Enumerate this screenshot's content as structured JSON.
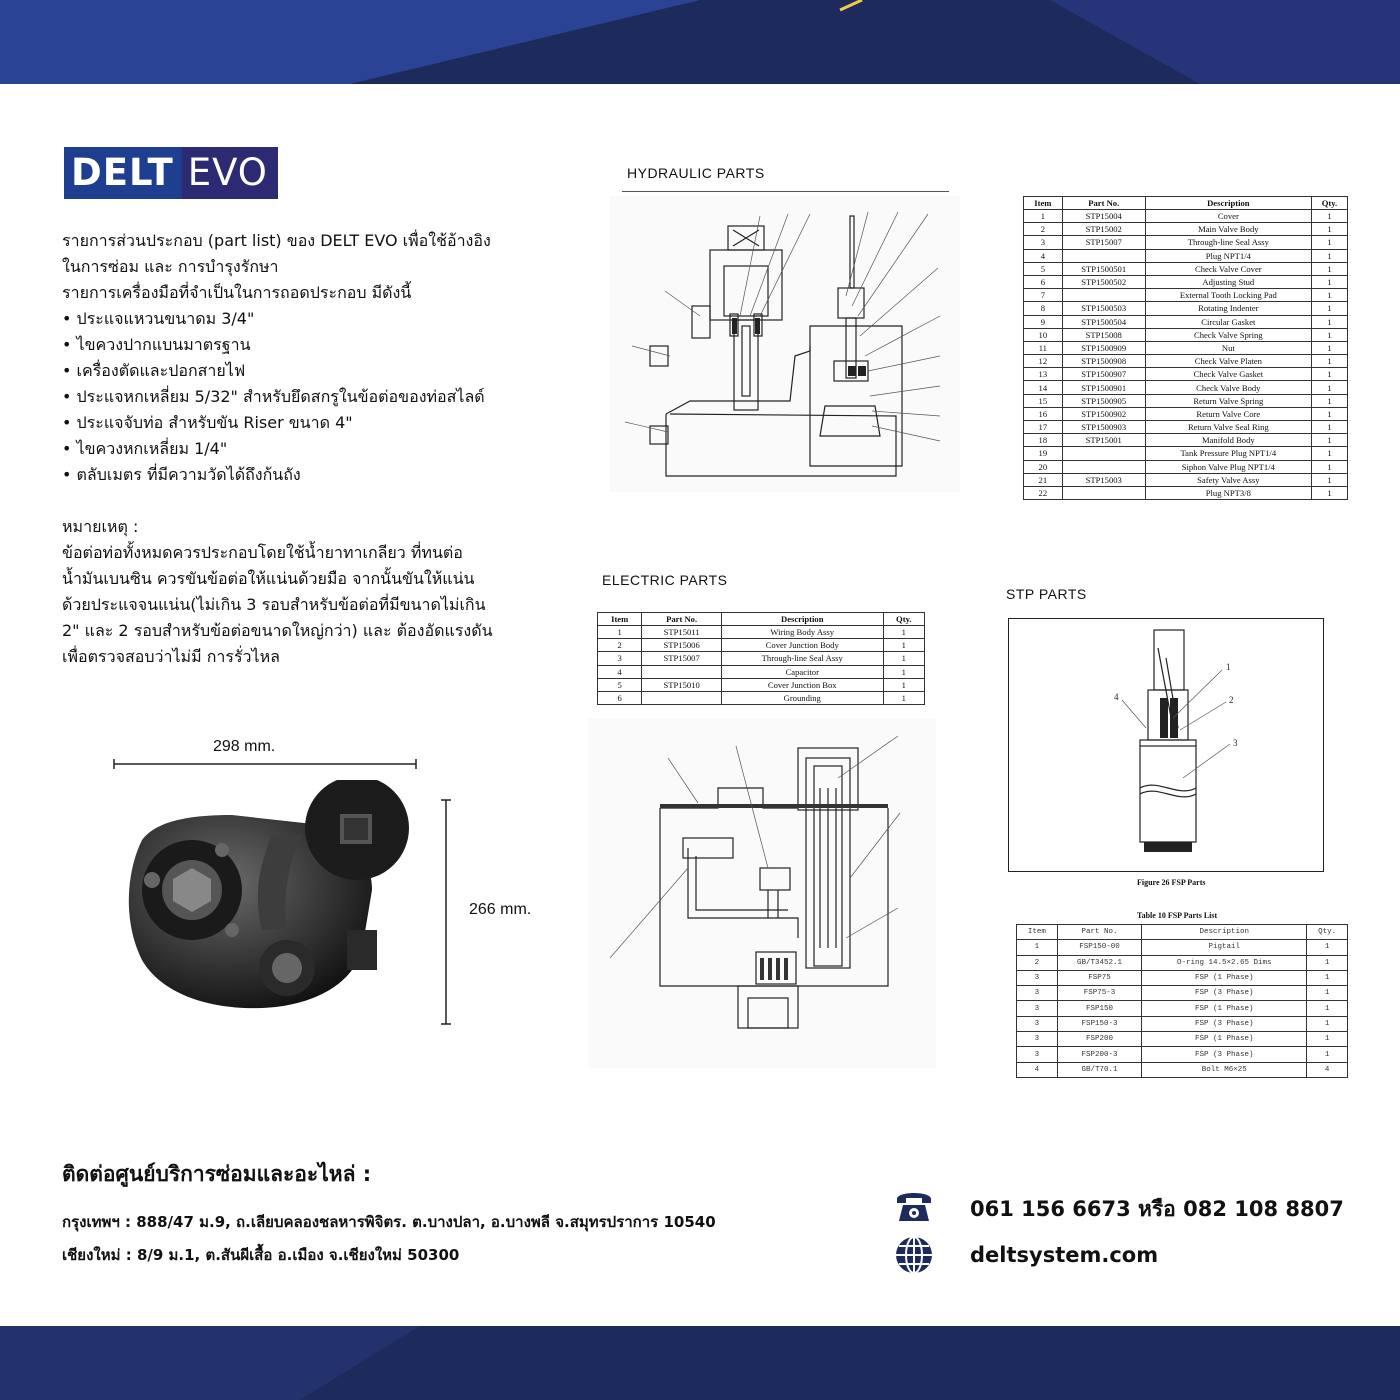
{
  "brand": {
    "logo_part1": "DELT",
    "logo_part2": "EVO"
  },
  "intro": {
    "lines": [
      "รายการส่วนประกอบ (part list) ของ DELT EVO เพื่อใช้อ้างอิง",
      "ในการซ่อม และ การบำรุงรักษา",
      "รายการเครื่องมือที่จำเป็นในการถอดประกอบ มีดังนี้",
      "• ประแจแหวนขนาดม 3/4\"",
      "• ไขควงปากแบนมาตรฐาน",
      "• เครื่องตัดและปอกสายไฟ",
      "• ประแจหกเหลี่ยม 5/32\" สำหรับยึดสกรูในข้อต่อของท่อสไลด์",
      "• ประแจจับท่อ สำหรับขัน Riser ขนาด 4\"",
      "• ไขควงหกเหลี่ยม 1/4\"",
      "• ตลับเมตร ที่มีความวัดได้ถึงก้นถัง"
    ]
  },
  "notes": {
    "lines": [
      "หมายเหตุ :",
      "ข้อต่อท่อทั้งหมดควรประกอบโดยใช้น้ำยาทาเกลียว     ที่ทนต่อ",
      "น้ำมันเบนซิน  ควรขันข้อต่อให้แน่นด้วยมือ  จากนั้นขันให้แน่น",
      "ด้วยประแจจนแน่น(ไม่เกิน  3  รอบสำหรับข้อต่อที่มีขนาดไม่เกิน",
      "2\" และ 2 รอบสำหรับข้อต่อขนาดใหญ่กว่า) และ ต้องอัดแรงดัน",
      "เพื่อตรวจสอบว่าไม่มี การรั่วไหล"
    ]
  },
  "dimensions": {
    "width": "298 mm.",
    "height": "266 mm."
  },
  "hydraulic": {
    "title": "HYDRAULIC PARTS",
    "headers": [
      "Item",
      "Part No.",
      "Description",
      "Qty."
    ],
    "rows": [
      [
        "1",
        "STP15004",
        "Cover",
        "1"
      ],
      [
        "2",
        "STP15002",
        "Main Valve Body",
        "1"
      ],
      [
        "3",
        "STP15007",
        "Through-line Seal Assy",
        "1"
      ],
      [
        "4",
        "",
        "Plug NPT1/4",
        "1"
      ],
      [
        "5",
        "STP1500501",
        "Check Valve Cover",
        "1"
      ],
      [
        "6",
        "STP1500502",
        "Adjusting Stud",
        "1"
      ],
      [
        "7",
        "",
        "External Tooth Locking Pad",
        "1"
      ],
      [
        "8",
        "STP1500503",
        "Rotating Indenter",
        "1"
      ],
      [
        "9",
        "STP1500504",
        "Circular Gasket",
        "1"
      ],
      [
        "10",
        "STP15008",
        "Check Valve Spring",
        "1"
      ],
      [
        "11",
        "STP1500909",
        "Nut",
        "1"
      ],
      [
        "12",
        "STP1500908",
        "Check Valve Platen",
        "1"
      ],
      [
        "13",
        "STP1500907",
        "Check Valve Gasket",
        "1"
      ],
      [
        "14",
        "STP1500901",
        "Check Valve Body",
        "1"
      ],
      [
        "15",
        "STP1500905",
        "Return Valve Spring",
        "1"
      ],
      [
        "16",
        "STP1500902",
        "Return Valve Core",
        "1"
      ],
      [
        "17",
        "STP1500903",
        "Return Valve Seal Ring",
        "1"
      ],
      [
        "18",
        "STP15001",
        "Manifold Body",
        "1"
      ],
      [
        "19",
        "",
        "Tank Pressure Plug NPT1/4",
        "1"
      ],
      [
        "20",
        "",
        "Siphon Valve Plug NPT1/4",
        "1"
      ],
      [
        "21",
        "STP15003",
        "Safety Valve Assy",
        "1"
      ],
      [
        "22",
        "",
        "Plug NPT3/8",
        "1"
      ]
    ]
  },
  "electric": {
    "title": "ELECTRIC PARTS",
    "headers": [
      "Item",
      "Part No.",
      "Description",
      "Qty."
    ],
    "rows": [
      [
        "1",
        "STP15011",
        "Wiring Body Assy",
        "1"
      ],
      [
        "2",
        "STP15006",
        "Cover Junction Body",
        "1"
      ],
      [
        "3",
        "STP15007",
        "Through-line Seal Assy",
        "1"
      ],
      [
        "4",
        "",
        "Capacitor",
        "1"
      ],
      [
        "5",
        "STP15010",
        "Cover Junction Box",
        "1"
      ],
      [
        "6",
        "",
        "Grounding",
        "1"
      ]
    ]
  },
  "stp": {
    "title": "STP  PARTS",
    "figure_caption": "Figure 26 FSP Parts",
    "table_caption": "Table 10  FSP Parts List",
    "headers": [
      "Item",
      "Part No.",
      "Description",
      "Qty."
    ],
    "rows": [
      [
        "1",
        "FSP150-00",
        "Pigtail",
        "1"
      ],
      [
        "2",
        "GB/T3452.1",
        "O-ring 14.5×2.65 Dims",
        "1"
      ],
      [
        "3",
        "FSP75",
        "FSP (1 Phase)",
        "1"
      ],
      [
        "3",
        "FSP75-3",
        "FSP (3 Phase)",
        "1"
      ],
      [
        "3",
        "FSP150",
        "FSP (1 Phase)",
        "1"
      ],
      [
        "3",
        "FSP150-3",
        "FSP (3 Phase)",
        "1"
      ],
      [
        "3",
        "FSP200",
        "FSP (1 Phase)",
        "1"
      ],
      [
        "3",
        "FSP200-3",
        "FSP (3 Phase)",
        "1"
      ],
      [
        "4",
        "GB/T70.1",
        "Bolt M6×25",
        "4"
      ]
    ]
  },
  "contact": {
    "title": "ติดต่อศูนย์บริการซ่อมและอะไหล่ :",
    "bangkok": "กรุงเทพฯ : 888/47 ม.9, ถ.เลียบคลองชลหารพิจิตร. ต.บางปลา, อ.บางพลี จ.สมุทรปราการ 10540",
    "chiangmai": "เชียงใหม่ : 8/9 ม.1, ต.สันผีเสื้อ อ.เมือง จ.เชียงใหม่ 50300",
    "phone": "061 156 6673  หรือ 082 108 8807",
    "website": "deltsystem.com"
  },
  "colors": {
    "navy": "#1d2a5c",
    "blue": "#2a4395",
    "accent": "#f2c94c",
    "logo_blue": "#1e3f8f",
    "logo_dark": "#2c2a72"
  },
  "icons": {
    "phone": "telephone-icon",
    "web": "globe-icon"
  }
}
